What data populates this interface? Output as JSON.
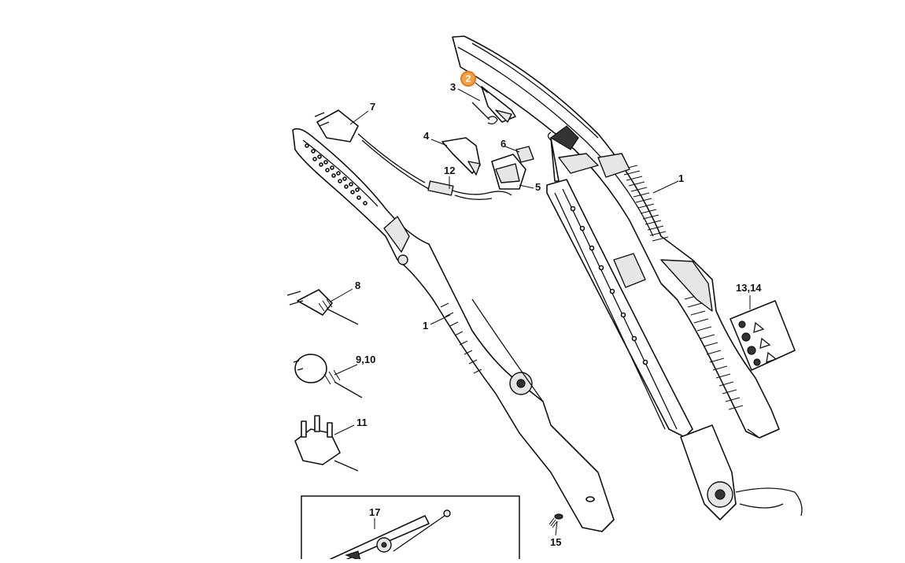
{
  "diagram": {
    "highlight_color": "#f4a24a",
    "callouts": {
      "c1_right": "1",
      "c1_left": "1",
      "c2": "2",
      "c3": "3",
      "c4": "4",
      "c5": "5",
      "c6": "6",
      "c7": "7",
      "c8": "8",
      "c9_10": "9,10",
      "c11": "11",
      "c12": "12",
      "c13_14": "13,14",
      "c15": "15",
      "c17": "17"
    }
  }
}
